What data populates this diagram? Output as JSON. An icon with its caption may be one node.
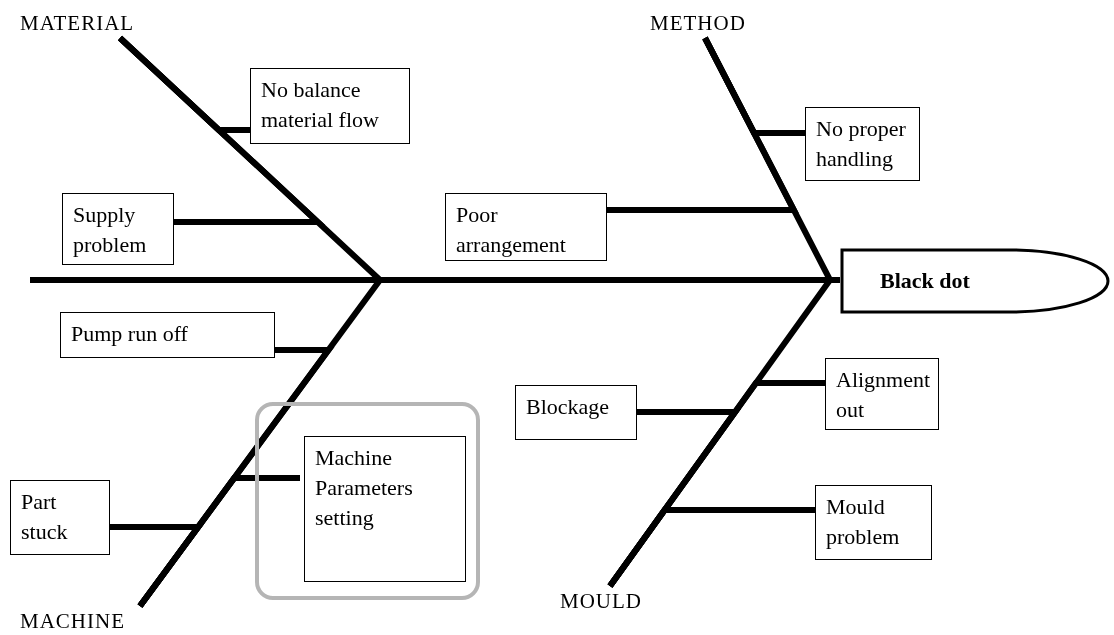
{
  "diagram": {
    "nodes": [
      {
        "text": [
          "MATERIAL"
        ]
      },
      {
        "text": [
          "METHOD"
        ]
      },
      {
        "text": [
          "No balance material flow"
        ]
      },
      {
        "text": [
          "No proper handling"
        ]
      },
      {
        "text": [
          "Supply problem"
        ]
      },
      {
        "text": [
          "Poor arrangement"
        ]
      },
      {
        "text": [
          "Black dot"
        ]
      },
      {
        "text": [
          "Pump run off"
        ]
      },
      {
        "text": [
          "Blockage"
        ]
      },
      {
        "text": [
          "Alignment out"
        ]
      },
      {
        "text": [],
        "shape": "box"
      },
      {
        "text": [
          "Machine Parameters setting"
        ],
        "in": 10
      },
      {
        "text": [
          "Part stuck"
        ]
      },
      {
        "text": [
          "Mould problem"
        ]
      },
      {
        "text": [
          "MOULD"
        ]
      },
      {
        "text": [
          "MACHINE"
        ]
      }
    ],
    "edges": [
      {
        "from": 0,
        "to": 6,
        "arrow": "none"
      },
      {
        "from": 1,
        "to": 6,
        "arrow": "none"
      },
      {
        "from": 15,
        "to": 6,
        "arrow": "none"
      },
      {
        "from": 14,
        "to": 6,
        "arrow": "none"
      },
      {
        "from": 2,
        "to": 0,
        "arrow": "none"
      },
      {
        "from": 4,
        "to": 0,
        "arrow": "none"
      },
      {
        "from": 3,
        "to": 1,
        "arrow": "none"
      },
      {
        "from": 5,
        "to": 1,
        "arrow": "none"
      },
      {
        "from": 7,
        "to": 15,
        "arrow": "none"
      },
      {
        "from": 11,
        "to": 15,
        "arrow": "none"
      },
      {
        "from": 12,
        "to": 15,
        "arrow": "none"
      },
      {
        "from": 8,
        "to": 14,
        "arrow": "none"
      },
      {
        "from": 9,
        "to": 14,
        "arrow": "none"
      },
      {
        "from": 13,
        "to": 14,
        "arrow": "none"
      }
    ]
  }
}
